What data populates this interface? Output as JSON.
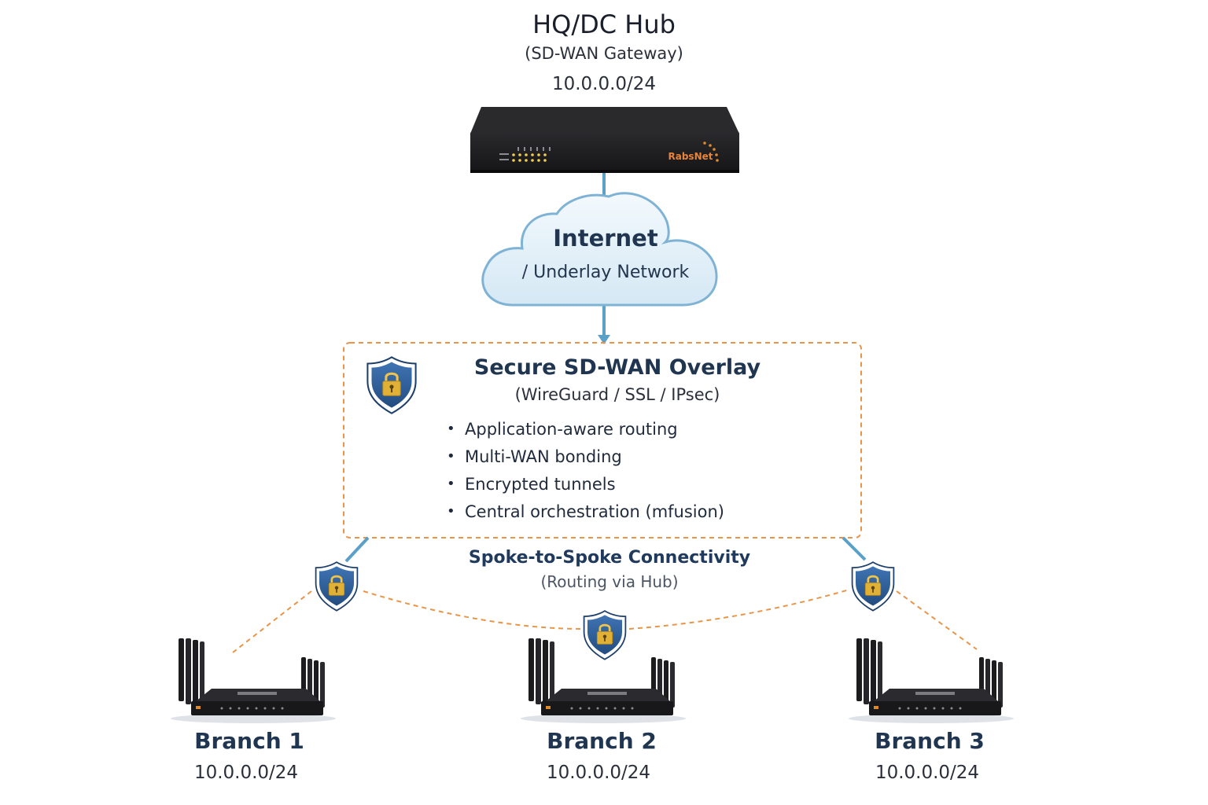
{
  "hub": {
    "title": "HQ/DC Hub",
    "subtitle": "(SD-WAN Gateway)",
    "subnet": "10.0.0.0/24",
    "brand": "RabsNet"
  },
  "cloud": {
    "title": "Internet",
    "subtitle": "/ Underlay Network"
  },
  "overlay": {
    "title": "Secure SD-WAN Overlay",
    "subtitle": "(WireGuard / SSL / IPsec)",
    "features": [
      "Application-aware routing",
      "Multi-WAN bonding",
      "Encrypted tunnels",
      "Central orchestration (mfusion)"
    ]
  },
  "spoke": {
    "title": "Spoke-to-Spoke Connectivity",
    "subtitle": "(Routing via Hub)"
  },
  "branches": [
    {
      "name": "Branch 1",
      "subnet": "10.0.0.0/24"
    },
    {
      "name": "Branch 2",
      "subnet": "10.0.0.0/24"
    },
    {
      "name": "Branch 3",
      "subnet": "10.0.0.0/24"
    }
  ],
  "colors": {
    "link": "#5aa0c8",
    "tunnel_dash": "#e8954a",
    "shield": "#2e5c95",
    "lock": "#e0b135",
    "title_text": "#1f3550"
  }
}
